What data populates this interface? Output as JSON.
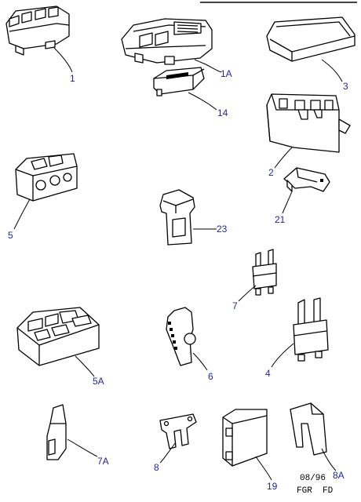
{
  "colors": {
    "label": "#1f1fa8",
    "line": "#000000",
    "background": "#ffffff"
  },
  "labels": {
    "p1": "1",
    "p1a": "1A",
    "p3": "3",
    "p14": "14",
    "p2": "2",
    "p21": "21",
    "p5": "5",
    "p23": "23",
    "p7": "7",
    "p5a": "5A",
    "p6": "6",
    "p4": "4",
    "p7a": "7A",
    "p8": "8",
    "p19": "19",
    "p8a": "8A"
  },
  "footer": {
    "date": "08/96",
    "code": "FGR  FD"
  }
}
